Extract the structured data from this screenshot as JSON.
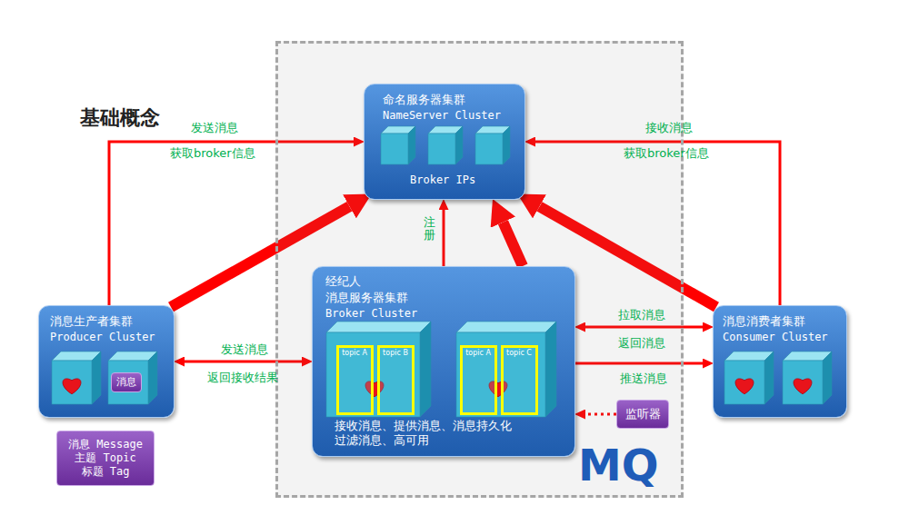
{
  "diagram": {
    "title": "基础概念",
    "nodes": [
      {
        "text": [
          "MQ"
        ]
      },
      {
        "text": [
          "命名服务器集群",
          "NameServer Cluster",
          "Broker IPs"
        ],
        "in": 0
      },
      {
        "text": [
          "经纪人",
          "消息服务器集群",
          "Broker Cluster",
          "接收消息、提供消息、消息持久化 过滤消息、高可用"
        ],
        "in": 0
      },
      {
        "text": [
          "topic A"
        ],
        "in": 2
      },
      {
        "text": [
          "topic B"
        ],
        "in": 2
      },
      {
        "text": [
          "topic A"
        ],
        "in": 2
      },
      {
        "text": [
          "topic C"
        ],
        "in": 2
      },
      {
        "text": [
          "消息生产者集群",
          "Producer Cluster"
        ]
      },
      {
        "text": [
          "消息"
        ],
        "in": 7
      },
      {
        "text": [
          "消息 Message",
          "主题 Topic",
          "标题 Tag"
        ]
      },
      {
        "text": [
          "消息消费者集群",
          "Consumer Cluster"
        ]
      },
      {
        "text": [
          "监听器"
        ],
        "in": 0
      }
    ],
    "edges": [
      {
        "from": 7,
        "to": 1,
        "arrow": "to",
        "label": "发送消息"
      },
      {
        "from": 7,
        "to": 1,
        "arrow": "to"
      },
      {
        "from": 2,
        "to": 1,
        "arrow": "to",
        "label": "注册"
      },
      {
        "from": 2,
        "to": 1,
        "arrow": "to"
      },
      {
        "from": 10,
        "to": 1,
        "arrow": "to",
        "label": "接收消息"
      },
      {
        "from": 10,
        "to": 1,
        "arrow": "to"
      },
      {
        "from": 7,
        "to": 2,
        "arrow": "both",
        "label": "发送消息"
      },
      {
        "from": 2,
        "to": 10,
        "arrow": "both",
        "label": "拉取消息"
      },
      {
        "from": 2,
        "to": 10,
        "arrow": "to",
        "label": "推送消息"
      },
      {
        "from": 11,
        "to": 2,
        "arrow": "to"
      }
    ],
    "labels": [
      "获取broker信息",
      "获取broker信息",
      "返回接收结果",
      "返回消息"
    ]
  }
}
